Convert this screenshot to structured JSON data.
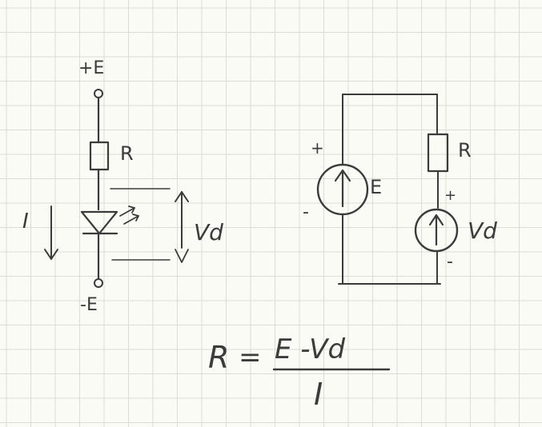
{
  "left_circuit": {
    "top_terminal": "+E",
    "resistor": "R",
    "current": "I",
    "voltage": "Vd",
    "bottom_terminal": "-E"
  },
  "right_circuit": {
    "source_e": "E",
    "source_e_plus": "+",
    "source_e_minus": "-",
    "resistor": "R",
    "source_vd": "Vd",
    "source_vd_plus": "+",
    "source_vd_minus": "-"
  },
  "formula": {
    "lhs": "R",
    "equals": "=",
    "numerator": "E -Vd",
    "denominator": "I"
  },
  "colors": {
    "paper": "#fbfbf5",
    "grid": "#d9ddd6",
    "ink": "#3b3b3b"
  }
}
